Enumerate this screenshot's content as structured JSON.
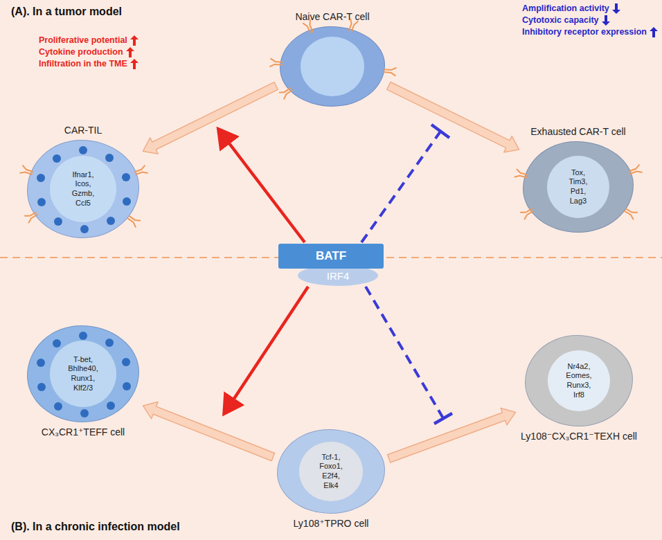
{
  "diagram": {
    "nodes": [
      {
        "text": [
          "Naive CAR-T cell"
        ]
      },
      {
        "text": [
          "CAR-TIL",
          "Ifnar1, Icos, Gzmb, Ccl5"
        ]
      },
      {
        "text": [
          "Exhausted CAR-T cell",
          "Tox, Tim3, Pd1, Lag3"
        ]
      },
      {
        "text": [
          "BATF"
        ]
      },
      {
        "text": [
          "IRF4"
        ]
      },
      {
        "text": [
          "CX₃CR1⁺TEFF cell",
          "T-bet, Bhlhe40, Runx1, Klf2/3"
        ]
      },
      {
        "text": [
          "Ly108⁺TPRO cell",
          "Tcf-1, Foxo1, E2f4, Elk4"
        ]
      },
      {
        "text": [
          "Ly108⁻CX₃CR1⁻TEXH cell",
          "Nr4a2, Eomes, Runx3, Irf8"
        ]
      }
    ],
    "edges": [
      {
        "from": 0,
        "to": 1,
        "arrow": "to"
      },
      {
        "from": 0,
        "to": 2,
        "arrow": "to"
      },
      {
        "from": 6,
        "to": 5,
        "arrow": "to"
      },
      {
        "from": 6,
        "to": 7,
        "arrow": "to"
      }
    ],
    "labels": [
      "(A). In a tumor model",
      "Proliferative potential",
      "Cytokine production",
      "Infiltration in the TME",
      "Amplification activity",
      "Cytotoxic capacity",
      "Inhibitory receptor expression",
      "(B). In a chronic infection model"
    ]
  }
}
